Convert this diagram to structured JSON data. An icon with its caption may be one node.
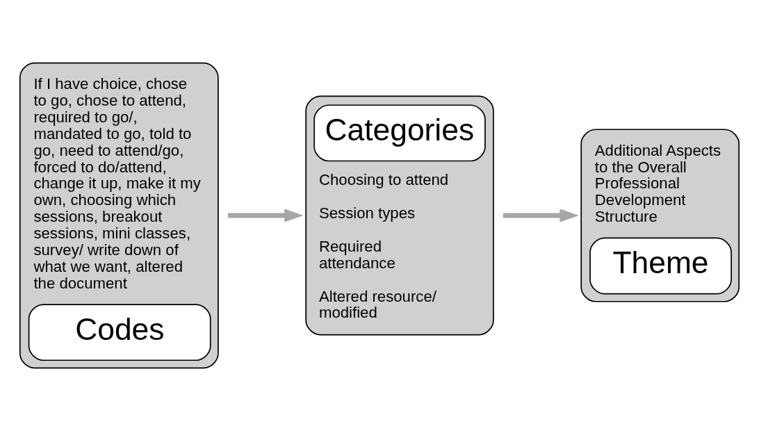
{
  "diagram": {
    "nodes": [
      {
        "text": [
          "If I have choice, chose to go, chose to attend, required to go/, mandated to go, told to go, need to attend/go, forced to do/attend, change it up, make it my own, choosing which sessions, breakout sessions, mini classes, survey/ write down of what we want, altered the document",
          "Codes"
        ]
      },
      {
        "text": [
          "Categories",
          "Choosing to attend",
          "Session types",
          "Required attendance",
          "Altered resource/ modified"
        ]
      },
      {
        "text": [
          "Additional Aspects to the Overall Professional Development Structure",
          "Theme"
        ]
      }
    ],
    "edges": [
      {
        "from": 0,
        "to": 1,
        "arrow": "to"
      },
      {
        "from": 1,
        "to": 2,
        "arrow": "to"
      }
    ]
  }
}
